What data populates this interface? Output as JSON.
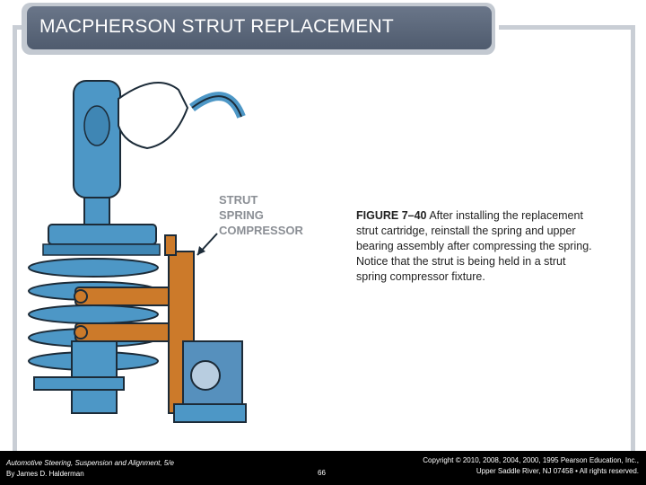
{
  "slide": {
    "title": "MACPHERSON STRUT REPLACEMENT"
  },
  "figure": {
    "label_lines": [
      "STRUT",
      "SPRING",
      "COMPRESSOR"
    ],
    "colors": {
      "strut": "#4d97c6",
      "compressor": "#cc7a2a",
      "vise": "#5690bd"
    }
  },
  "caption": {
    "number": "FIGURE 7–40",
    "text": "After installing the replacement strut cartridge, reinstall the spring and upper bearing assembly after compressing the spring. Notice that the strut is being held in a strut spring compressor fixture."
  },
  "footer": {
    "book_title": "Automotive Steering, Suspension and Alignment, 5/e",
    "author": "By James D. Halderman",
    "page_number": "66",
    "copyright_line1": "Copyright © 2010, 2008, 2004, 2000, 1995 Pearson Education, Inc.,",
    "copyright_line2": "Upper Saddle River, NJ 07458 • All rights reserved."
  }
}
